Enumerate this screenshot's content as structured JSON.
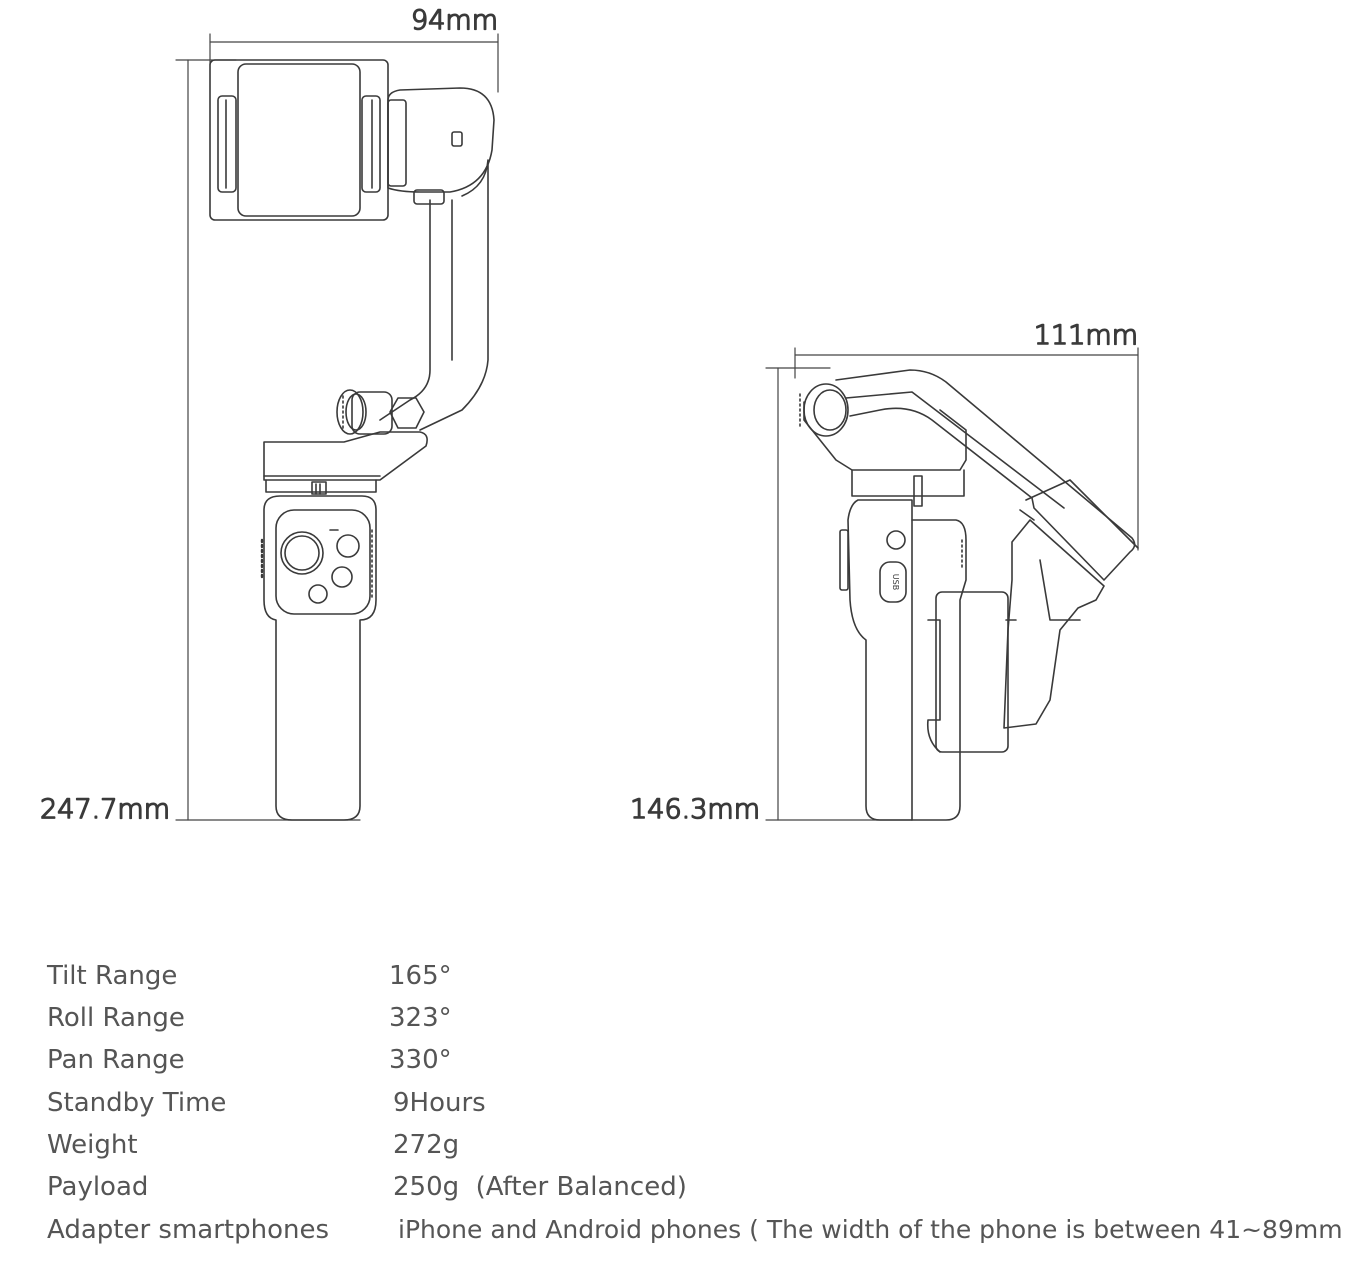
{
  "dimensions": {
    "front_width": "94mm",
    "front_height": "247.7mm",
    "side_width": "111mm",
    "side_height": "146.3mm"
  },
  "device_label": "USB",
  "specs": [
    {
      "label": "Tilt Range",
      "value": "165°"
    },
    {
      "label": "Roll Range",
      "value": "323°"
    },
    {
      "label": "Pan Range",
      "value": "330°"
    },
    {
      "label": "Standby Time",
      "value": "9Hours"
    },
    {
      "label": "Weight",
      "value": "272g"
    },
    {
      "label": "Payload",
      "value": "250g  (After Balanced)"
    },
    {
      "label": "Adapter smartphones",
      "value": "iPhone and Android phones ( The width of the phone is between 41~89mm )"
    }
  ]
}
